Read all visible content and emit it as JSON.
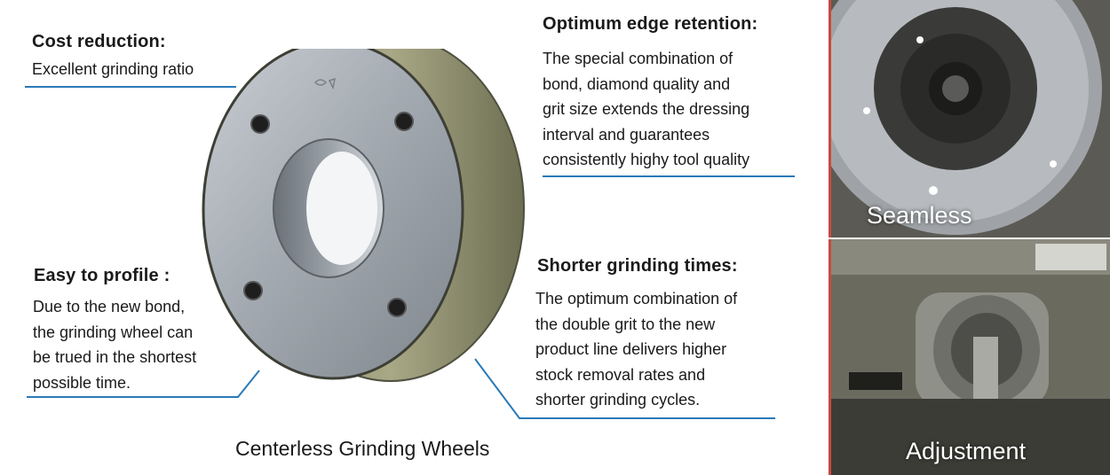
{
  "features": {
    "cost": {
      "heading": "Cost reduction:",
      "text": "Excellent grinding ratio"
    },
    "profile": {
      "heading": "Easy to profile :",
      "text": "Due to the new bond,\nthe grinding wheel can\nbe trued in the shortest\npossible time."
    },
    "edge": {
      "heading": "Optimum edge retention:",
      "text": "The special combination of\nbond, diamond quality and\ngrit size extends the dressing\ninterval and guarantees\nconsistently highy  tool quality"
    },
    "shorter": {
      "heading": "Shorter grinding times:",
      "text": "The optimum combination of\nthe double grit to the new\nproduct line delivers higher\nstock removal rates and\nshorter grinding cycles."
    }
  },
  "product_caption": "Centerless Grinding Wheels",
  "photos": {
    "top_label": "Seamless",
    "bottom_label": "Adjustment"
  },
  "colors": {
    "accent_line": "#2a7ab8",
    "photo_border": "#c94a3f"
  },
  "icons": {
    "product": "grinding-wheel-image",
    "photo_top": "wheel-mount-photo",
    "photo_bottom": "machine-photo"
  }
}
